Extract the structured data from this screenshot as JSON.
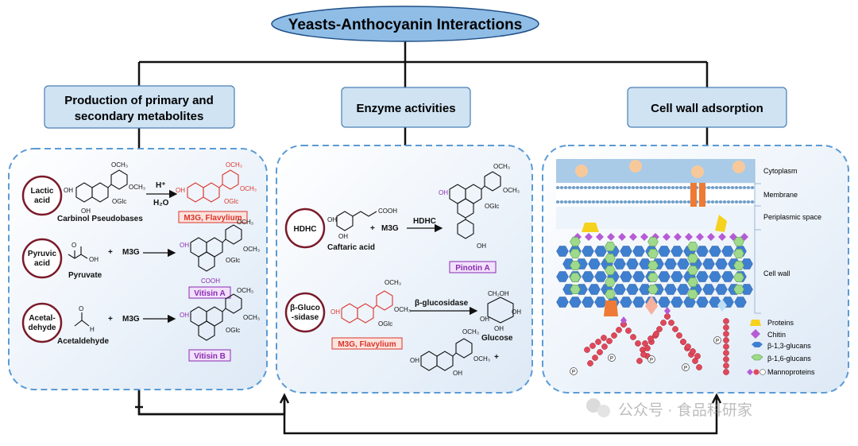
{
  "title": "Yeasts-Anthocyanin Interactions",
  "sections": {
    "primary": {
      "heading_line1": "Production of primary and",
      "heading_line2": "secondary metabolites"
    },
    "enzyme": {
      "heading": "Enzyme activities"
    },
    "cellwall": {
      "heading": "Cell wall adsorption"
    }
  },
  "primary_panel": {
    "lactic": {
      "circle_line1": "Lactic",
      "circle_line2": "acid",
      "reactant": "Carbinol Pseudobases",
      "reagent_top": "H⁺",
      "reagent_bottom": "H₂O",
      "product": "M3G, Flavylium"
    },
    "pyruvic": {
      "circle_line1": "Pyruvic",
      "circle_line2": "acid",
      "reactant": "Pyruvate",
      "plus": "+",
      "m3g": "M3G",
      "product": "Vitisin A"
    },
    "acetal": {
      "circle_line1": "Acetal-",
      "circle_line2": "dehyde",
      "reactant": "Acetaldehyde",
      "plus": "+",
      "m3g": "M3G",
      "product": "Vitisin B"
    }
  },
  "enzyme_panel": {
    "hdhc": {
      "circle": "HDHC",
      "reactant": "Caftaric acid",
      "plus": "+",
      "m3g": "M3G",
      "arrow": "HDHC",
      "product": "Pinotin A"
    },
    "gluco": {
      "circle_line1": "β-Gluco",
      "circle_line2": "-sidase",
      "arrow": "β-glucosidase",
      "reactant": "M3G, Flavylium",
      "product": "Glucose",
      "plus": "+"
    }
  },
  "chem_labels": {
    "och3": "OCH₃",
    "oh": "OH",
    "oglc": "OGlc",
    "cooh": "COOH",
    "ch2oh": "CH₂OH",
    "h": "H",
    "o": "O"
  },
  "cellwall_panel": {
    "layers": [
      "Cytoplasm",
      "Membrane",
      "Periplasmic space",
      "Cell wall"
    ],
    "legend": [
      "Proteins",
      "Chitin",
      "β-1,3-glucans",
      "β-1,6-glucans",
      "Mannoproteins"
    ],
    "p_label": "P"
  },
  "watermark": "公众号 · 食品科研家",
  "colors": {
    "header_fill": "#cfe3f3",
    "title_fill": "#8fbde6",
    "panel_border": "#5b9bd5",
    "red": "#d9342b",
    "purple": "#8a2bb0",
    "hex_blue": "#3f7fd0",
    "hex_green": "#9ed98c",
    "chitin": "#b65bd6",
    "mannose": "#e0485a",
    "protein_yellow": "#f5d21e",
    "protein_orange": "#ee7a35"
  }
}
